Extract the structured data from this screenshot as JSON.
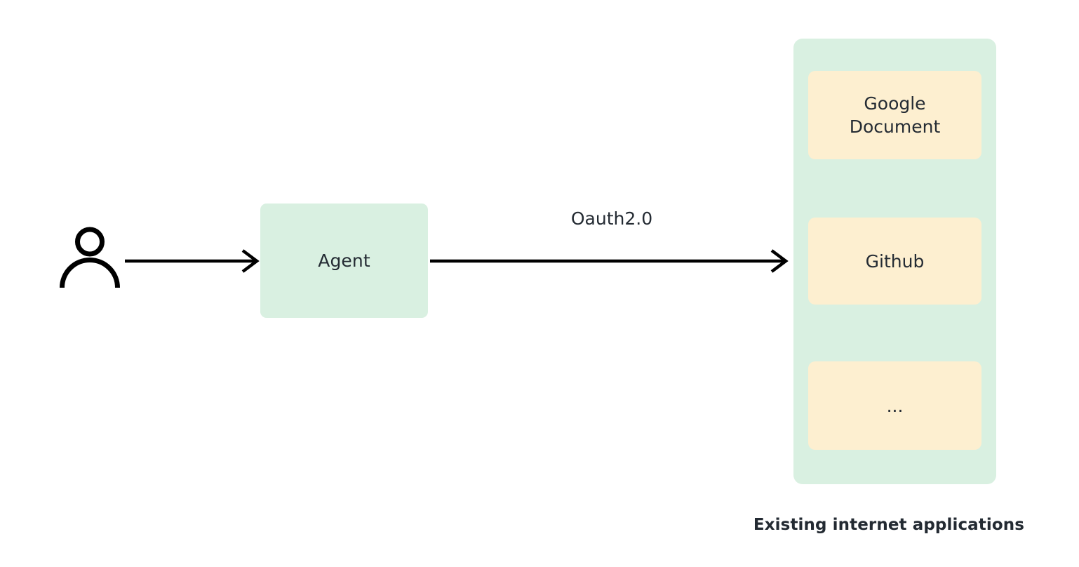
{
  "diagram": {
    "actor": {
      "icon": "person-icon",
      "name": "user"
    },
    "agent": {
      "label": "Agent",
      "fill": "#d9f0e1"
    },
    "edges": [
      {
        "id": "user-to-agent",
        "label": ""
      },
      {
        "id": "agent-to-apps",
        "label": "Oauth2.0"
      }
    ],
    "applications": {
      "caption": "Existing internet applications",
      "panel_fill": "#d9f0e1",
      "card_fill": "#fdefd0",
      "cards": [
        {
          "label": "Google\nDocument"
        },
        {
          "label": "Github"
        },
        {
          "label": "..."
        }
      ]
    },
    "colors": {
      "background": "#ffffff",
      "mint": "#d9f0e1",
      "cream": "#fdefd0",
      "ink": "#242b33",
      "stroke": "#000000"
    }
  }
}
